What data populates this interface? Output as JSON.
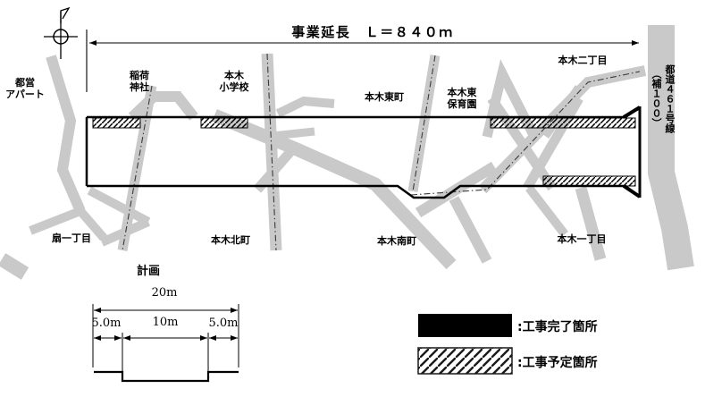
{
  "plan": {
    "length_label": "事業延長　Ｌ＝８４０ｍ",
    "places": {
      "toei_line1": "都営",
      "toei_line2": "アパート",
      "inari_line1": "稲荷",
      "inari_line2": "神社",
      "school_line1": "本木",
      "school_line2": "小学校",
      "higashi": "本木東町",
      "hoikuen_line1": "本木東",
      "hoikuen_line2": "保育園",
      "nichome": "本木二丁目",
      "route_line1": "都道４６１号線",
      "route_line2": "（補１００）",
      "ogi": "扇一丁目",
      "kita": "本木北町",
      "minami": "本木南町",
      "itchome": "本木一丁目"
    }
  },
  "section": {
    "title": "計画",
    "total_width": "20m",
    "left_width": "5.0m",
    "center_width": "10m",
    "right_width": "5.0m"
  },
  "legend": {
    "completed_label": ":工事完了箇所",
    "planned_label": ":工事予定箇所"
  },
  "colors": {
    "road_gray": "#c9c9c9",
    "completed_fill": "#000000",
    "ink": "#000000"
  }
}
